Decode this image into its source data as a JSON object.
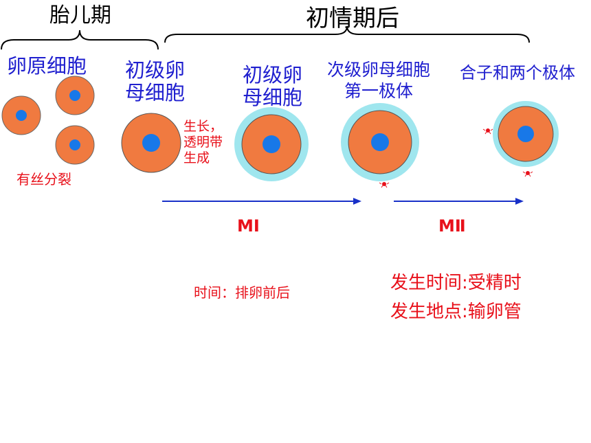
{
  "stages": {
    "fetal": "胎儿期",
    "puberty": "初情期后"
  },
  "cells": {
    "oogonium": "卵原细胞",
    "primary_1": "初级卵\n母细胞",
    "primary_2": "初级卵\n母细胞",
    "secondary": "次级卵母细胞\n第一极体",
    "zygote": "合子和两个极体"
  },
  "notes": {
    "mitosis": "有丝分裂",
    "growth": "生长，\n透明带\n生成",
    "m1_time": "时间：排卵前后",
    "m2_time": "发生时间:受精时",
    "m2_place": "发生地点:输卵管"
  },
  "phases": {
    "m1": "MⅠ",
    "m2": "MⅡ"
  },
  "colors": {
    "cytoplasm": "#f07a40",
    "nucleus": "#1878e8",
    "zona": "#9fe6ee",
    "arrow": "#1830c8",
    "label_blue": "#1f1fcf",
    "label_red": "#e8101a"
  }
}
